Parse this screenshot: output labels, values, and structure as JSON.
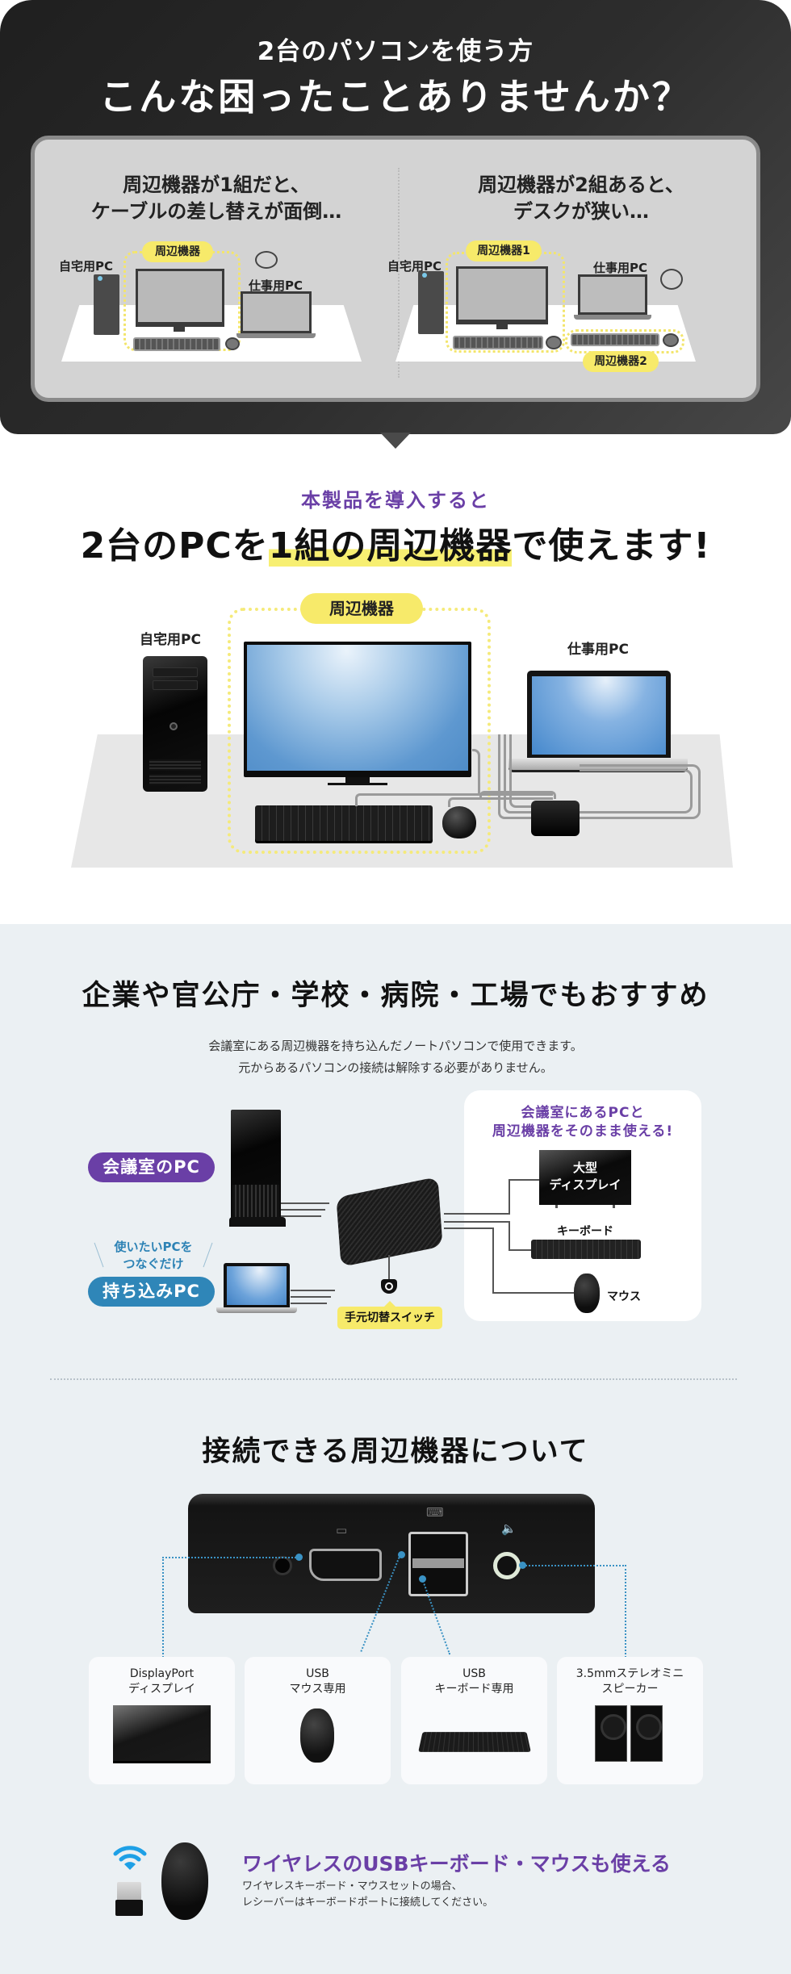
{
  "hero": {
    "subtitle": "2台のパソコンを使う方",
    "title": "こんな困ったことありませんか？",
    "cases": [
      {
        "text_line1": "周辺機器が1組だと、",
        "text_line2": "ケーブルの差し替えが面倒…",
        "home_pc_label": "自宅用PC",
        "work_pc_label": "仕事用PC",
        "peripheral_tag": "周辺機器"
      },
      {
        "text_line1": "周辺機器が2組あると、",
        "text_line2": "デスクが狭い…",
        "home_pc_label": "自宅用PC",
        "work_pc_label": "仕事用PC",
        "peripheral_tag_1": "周辺機器1",
        "peripheral_tag_2": "周辺機器2"
      }
    ]
  },
  "solution": {
    "subtitle": "本製品を導入すると",
    "title_pre": "2台のPCを",
    "title_highlight": "1組の周辺機器",
    "title_post": "で使えます!",
    "home_pc_label": "自宅用PC",
    "work_pc_label": "仕事用PC",
    "peripheral_tag": "周辺機器"
  },
  "business": {
    "title": "企業や官公庁・学校・病院・工場でもおすすめ",
    "desc_line1": "会議室にある周辺機器を持ち込んだノートパソコンで使用できます。",
    "desc_line2": "元からあるパソコンの接続は解除する必要がありません。",
    "meeting_pc_label": "会議室のPC",
    "note_line1": "使いたいPCを",
    "note_line2": "つなぐだけ",
    "bring_pc_label": "持ち込みPC",
    "switch_label": "手元切替スイッチ",
    "card_title_line1": "会議室にあるPCと",
    "card_title_line2": "周辺機器をそのまま使える!",
    "display_line1": "大型",
    "display_line2": "ディスプレイ",
    "keyboard_label": "キーボード",
    "mouse_label": "マウス",
    "colors": {
      "meeting_pill": "#6a3fa6",
      "bring_pill": "#2f86b8",
      "switch_tag": "#f7ea6a"
    }
  },
  "peripherals": {
    "title": "接続できる周辺機器について",
    "cards": [
      {
        "line1": "DisplayPort",
        "line2": "ディスプレイ",
        "icon": "monitor-icon"
      },
      {
        "line1": "USB",
        "line2": "マウス専用",
        "icon": "mouse-icon"
      },
      {
        "line1": "USB",
        "line2": "キーボード専用",
        "icon": "keyboard-icon"
      },
      {
        "line1": "3.5mmステレオミニ",
        "line2": "スピーカー",
        "icon": "speaker-icon"
      }
    ]
  },
  "wireless": {
    "title": "ワイヤレスのUSBキーボード・マウスも使える",
    "desc_line1": "ワイヤレスキーボード・マウスセットの場合、",
    "desc_line2": "レシーバーはキーボードポートに接続してください。"
  }
}
